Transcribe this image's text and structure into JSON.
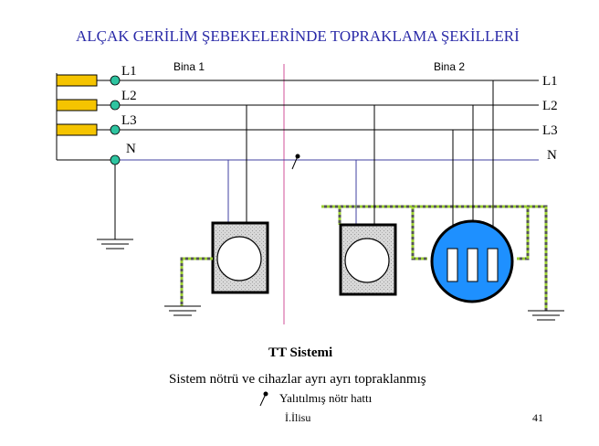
{
  "title": "ALÇAK GERİLİM  ŞEBEKELERİNDE TOPRAKLAMA ŞEKİLLERİ",
  "buildings": {
    "left": "Bina 1",
    "right": "Bina 2"
  },
  "source_labels": [
    "L1",
    "L2",
    "L3",
    "N"
  ],
  "line_labels": [
    "L1",
    "L2",
    "L3",
    "N"
  ],
  "system_name": "TT  Sistemi",
  "description": "Sistem nötrü ve cihazlar ayrı ayrı topraklanmış",
  "legend": {
    "insulated_neutral": "Yalıtılmış nötr hattı"
  },
  "footer": {
    "author": "İ.İlisu",
    "page": "41"
  },
  "colors": {
    "title": "#2a2aa8",
    "phase_line": "#000000",
    "neutral_line": "#4040a0",
    "earth_line": "#9acd32",
    "source_box": "#f5c400",
    "terminal": "#2ec4a0",
    "motor": "#1e90ff",
    "divider": "#d0509a"
  }
}
